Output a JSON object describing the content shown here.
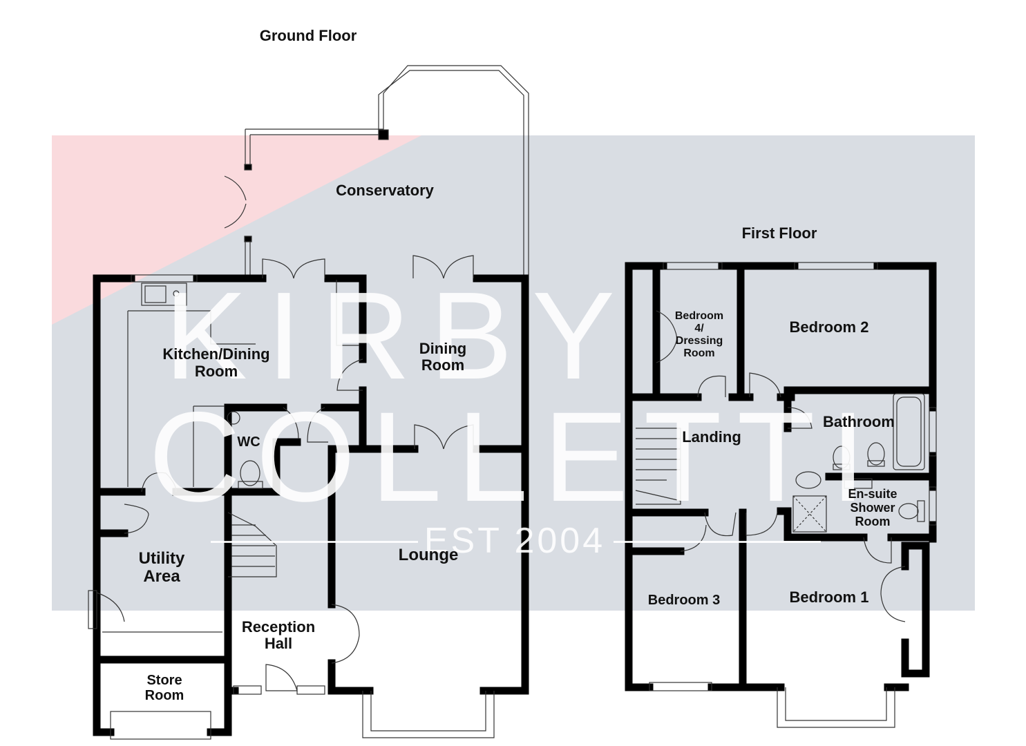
{
  "floors": {
    "ground": "Ground Floor",
    "first": "First Floor"
  },
  "rooms": {
    "conservatory": "Conservatory",
    "kitchen_1": "Kitchen/Dining",
    "kitchen_2": "Room",
    "dining_1": "Dining",
    "dining_2": "Room",
    "wc": "WC",
    "utility_1": "Utility",
    "utility_2": "Area",
    "lounge": "Lounge",
    "reception_1": "Reception",
    "reception_2": "Hall",
    "store_1": "Store",
    "store_2": "Room",
    "bedroom4_1": "Bedroom",
    "bedroom4_2": "4/",
    "bedroom4_3": "Dressing",
    "bedroom4_4": "Room",
    "bedroom2": "Bedroom 2",
    "bathroom": "Bathroom",
    "landing": "Landing",
    "ensuite_1": "En-suite",
    "ensuite_2": "Shower",
    "ensuite_3": "Room",
    "bedroom3": "Bedroom 3",
    "bedroom1": "Bedroom 1"
  },
  "watermark": {
    "line1": "KIRBY",
    "line2": "COLLETTI",
    "line3": "EST 2004"
  },
  "colors": {
    "wall": "#000000",
    "banner_grey": "#d9dde3",
    "banner_pink": "#fadadd",
    "watermark": "#ffffff"
  }
}
